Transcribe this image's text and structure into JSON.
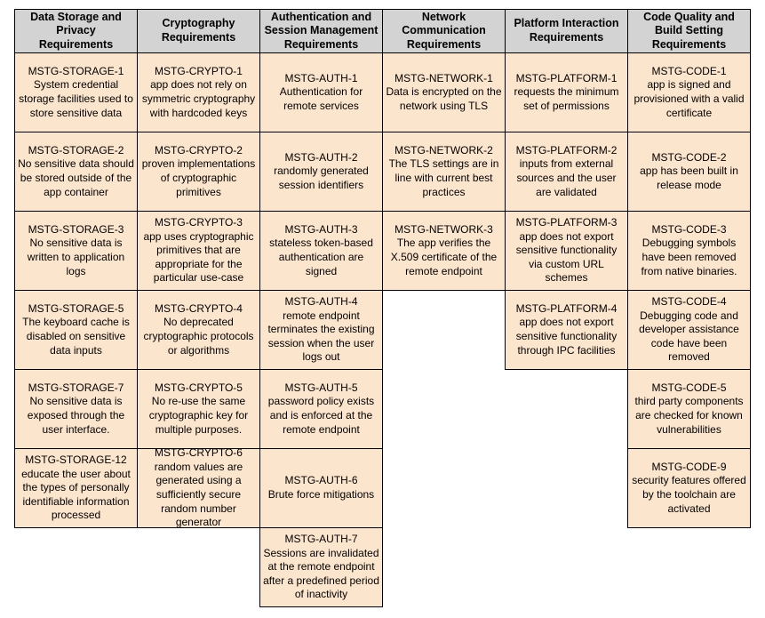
{
  "colors": {
    "page_bg": "#ffffff",
    "header_bg": "#d3d3d3",
    "cell_bg": "#fce5cd",
    "border": "#000000",
    "text": "#000000"
  },
  "table": {
    "columns": [
      {
        "key": "storage",
        "header": "Data Storage and Privacy Requirements",
        "cells": [
          {
            "id": "MSTG-STORAGE-1",
            "text": "System credential storage facilities used to store sensitive data"
          },
          {
            "id": "MSTG-STORAGE-2",
            "text": "No sensitive data should be stored outside of the app container"
          },
          {
            "id": "MSTG-STORAGE-3",
            "text": "No sensitive data is written to application logs"
          },
          {
            "id": "MSTG-STORAGE-5",
            "text": "The keyboard cache is disabled on sensitive data inputs"
          },
          {
            "id": "MSTG-STORAGE-7",
            "text": "No sensitive data is exposed through the user interface."
          },
          {
            "id": "MSTG-STORAGE-12",
            "text": "educate the user about the types of personally identifiable information processed"
          }
        ]
      },
      {
        "key": "crypto",
        "header": "Cryptography Requirements",
        "cells": [
          {
            "id": "MSTG-CRYPTO-1",
            "text": "app does not rely on symmetric cryptography with hardcoded keys"
          },
          {
            "id": "MSTG-CRYPTO-2",
            "text": "proven implementations of cryptographic primitives"
          },
          {
            "id": "MSTG-CRYPTO-3",
            "text": "app uses cryptographic primitives that are appropriate for the particular use-case"
          },
          {
            "id": "MSTG-CRYPTO-4",
            "text": "No deprecated cryptographic protocols or algorithms"
          },
          {
            "id": "MSTG-CRYPTO-5",
            "text": "No re-use the same cryptographic key for multiple purposes."
          },
          {
            "id": "MSTG-CRYPTO-6",
            "text": "random values are generated using a sufficiently secure random number generator"
          }
        ]
      },
      {
        "key": "auth",
        "header": "Authentication and Session Management Requirements",
        "cells": [
          {
            "id": "MSTG-AUTH-1",
            "text": "Authentication for remote services"
          },
          {
            "id": "MSTG-AUTH-2",
            "text": "randomly generated session identifiers"
          },
          {
            "id": "MSTG-AUTH-3",
            "text": "stateless token-based authentication are signed"
          },
          {
            "id": "MSTG-AUTH-4",
            "text": "remote endpoint terminates the existing session when the user logs out"
          },
          {
            "id": "MSTG-AUTH-5",
            "text": "password policy exists and is enforced at the remote endpoint"
          },
          {
            "id": "MSTG-AUTH-6",
            "text": "Brute force mitigations"
          },
          {
            "id": "MSTG-AUTH-7",
            "text": "Sessions are invalidated at the remote endpoint after a predefined period of inactivity"
          }
        ]
      },
      {
        "key": "network",
        "header": "Network Communication Requirements",
        "cells": [
          {
            "id": "MSTG-NETWORK-1",
            "text": "Data is encrypted on the network using TLS"
          },
          {
            "id": "MSTG-NETWORK-2",
            "text": "The TLS settings are in line with current best practices"
          },
          {
            "id": "MSTG-NETWORK-3",
            "text": "The app verifies the X.509 certificate of the remote endpoint"
          }
        ]
      },
      {
        "key": "platform",
        "header": "Platform Interaction Requirements",
        "cells": [
          {
            "id": "MSTG-PLATFORM-1",
            "text": "requests the minimum set of permissions"
          },
          {
            "id": "MSTG-PLATFORM-2",
            "text": "inputs from external sources and the user are validated"
          },
          {
            "id": "MSTG-PLATFORM-3",
            "text": "app does not export sensitive functionality via custom URL schemes"
          },
          {
            "id": "MSTG-PLATFORM-4",
            "text": "app does not export sensitive functionality through IPC facilities"
          }
        ]
      },
      {
        "key": "code",
        "header": "Code Quality and Build Setting Requirements",
        "cells": [
          {
            "id": "MSTG-CODE-1",
            "text": "app is signed and provisioned with a valid certificate"
          },
          {
            "id": "MSTG-CODE-2",
            "text": "app has been built in release mode"
          },
          {
            "id": "MSTG-CODE-3",
            "text": "Debugging symbols have been removed from native binaries."
          },
          {
            "id": "MSTG-CODE-4",
            "text": "Debugging code and developer assistance code have been removed"
          },
          {
            "id": "MSTG-CODE-5",
            "text": "third party components are checked for known vulnerabilities"
          },
          {
            "id": "MSTG-CODE-9",
            "text": "security features offered by the toolchain are activated"
          }
        ]
      }
    ]
  }
}
